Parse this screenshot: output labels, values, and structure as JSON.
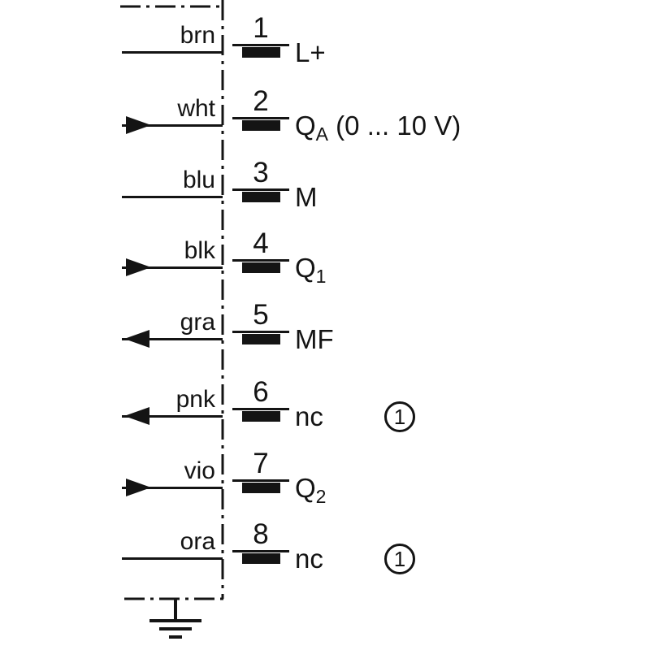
{
  "ink": "#141414",
  "rows": [
    {
      "pin": "1",
      "color": "brn",
      "direction": "none",
      "signal": {
        "pre": "L+",
        "sub": "",
        "post": ""
      },
      "note": ""
    },
    {
      "pin": "2",
      "color": "wht",
      "direction": "out",
      "signal": {
        "pre": "Q",
        "sub": "A",
        "post": " (0 ... 10 V)"
      },
      "note": ""
    },
    {
      "pin": "3",
      "color": "blu",
      "direction": "none",
      "signal": {
        "pre": "M",
        "sub": "",
        "post": ""
      },
      "note": ""
    },
    {
      "pin": "4",
      "color": "blk",
      "direction": "out",
      "signal": {
        "pre": "Q",
        "sub": "1",
        "post": ""
      },
      "note": ""
    },
    {
      "pin": "5",
      "color": "gra",
      "direction": "in",
      "signal": {
        "pre": "MF",
        "sub": "",
        "post": ""
      },
      "note": ""
    },
    {
      "pin": "6",
      "color": "pnk",
      "direction": "in",
      "signal": {
        "pre": "nc",
        "sub": "",
        "post": ""
      },
      "note": "1"
    },
    {
      "pin": "7",
      "color": "vio",
      "direction": "out",
      "signal": {
        "pre": "Q",
        "sub": "2",
        "post": ""
      },
      "note": ""
    },
    {
      "pin": "8",
      "color": "ora",
      "direction": "none",
      "signal": {
        "pre": "nc",
        "sub": "",
        "post": ""
      },
      "note": "1"
    }
  ]
}
